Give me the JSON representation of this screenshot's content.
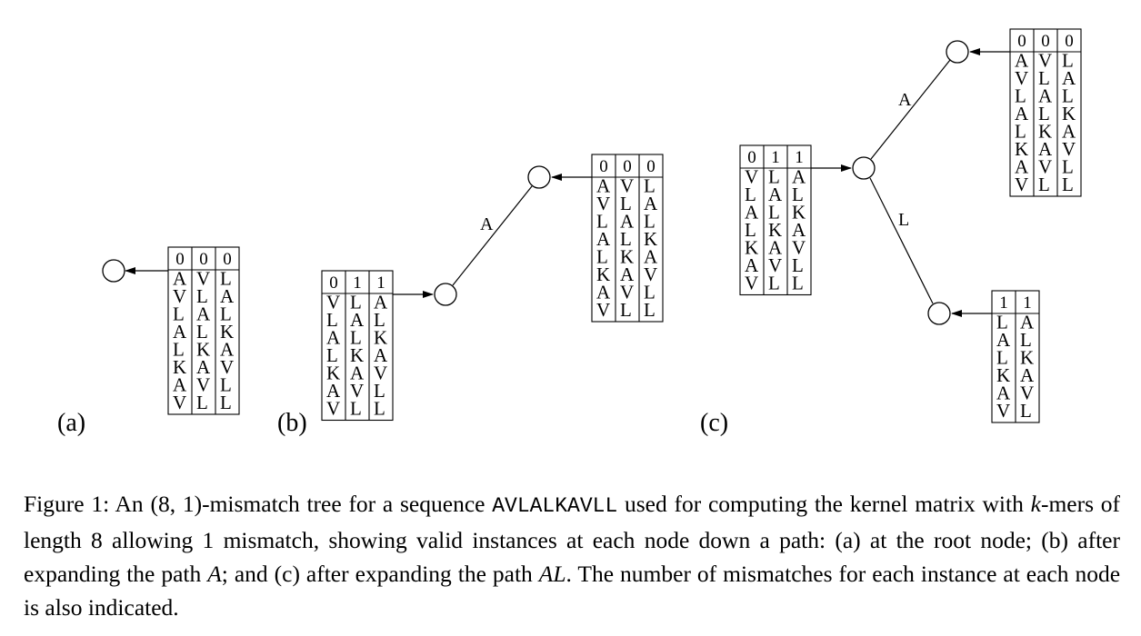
{
  "panels": [
    {
      "id": "a",
      "label": "(a)",
      "tables": [
        {
          "mismatches": [
            "0",
            "0",
            "0"
          ],
          "columns": [
            [
              "A",
              "V",
              "L",
              "A",
              "L",
              "K",
              "A",
              "V"
            ],
            [
              "V",
              "L",
              "A",
              "L",
              "K",
              "A",
              "V",
              "L"
            ],
            [
              "L",
              "A",
              "L",
              "K",
              "A",
              "V",
              "L",
              "L"
            ]
          ]
        }
      ],
      "edges": []
    },
    {
      "id": "b",
      "label": "(b)",
      "tables": [
        {
          "mismatches": [
            "0",
            "1",
            "1"
          ],
          "columns": [
            [
              "V",
              "L",
              "A",
              "L",
              "K",
              "A",
              "V"
            ],
            [
              "L",
              "A",
              "L",
              "K",
              "A",
              "V",
              "L"
            ],
            [
              "A",
              "L",
              "K",
              "A",
              "V",
              "L",
              "L"
            ]
          ]
        },
        {
          "mismatches": [
            "0",
            "0",
            "0"
          ],
          "columns": [
            [
              "A",
              "V",
              "L",
              "A",
              "L",
              "K",
              "A",
              "V"
            ],
            [
              "V",
              "L",
              "A",
              "L",
              "K",
              "A",
              "V",
              "L"
            ],
            [
              "L",
              "A",
              "L",
              "K",
              "A",
              "V",
              "L",
              "L"
            ]
          ]
        }
      ],
      "edges": [
        "A"
      ]
    },
    {
      "id": "c",
      "label": "(c)",
      "tables": [
        {
          "mismatches": [
            "0",
            "1",
            "1"
          ],
          "columns": [
            [
              "V",
              "L",
              "A",
              "L",
              "K",
              "A",
              "V"
            ],
            [
              "L",
              "A",
              "L",
              "K",
              "A",
              "V",
              "L"
            ],
            [
              "A",
              "L",
              "K",
              "A",
              "V",
              "L",
              "L"
            ]
          ]
        },
        {
          "mismatches": [
            "0",
            "0",
            "0"
          ],
          "columns": [
            [
              "A",
              "V",
              "L",
              "A",
              "L",
              "K",
              "A",
              "V"
            ],
            [
              "V",
              "L",
              "A",
              "L",
              "K",
              "A",
              "V",
              "L"
            ],
            [
              "L",
              "A",
              "L",
              "K",
              "A",
              "V",
              "L",
              "L"
            ]
          ]
        },
        {
          "mismatches": [
            "1",
            "1"
          ],
          "columns": [
            [
              "L",
              "A",
              "L",
              "K",
              "A",
              "V"
            ],
            [
              "A",
              "L",
              "K",
              "A",
              "V",
              "L"
            ]
          ]
        }
      ],
      "edges": [
        "A",
        "L"
      ]
    }
  ],
  "caption": {
    "prefix": "Figure 1:",
    "part1": " An ",
    "param": "(8, 1)",
    "part2": "-mismatch tree for a sequence ",
    "sequence": "AVLALKAVLL",
    "part3": " used for computing the kernel matrix with ",
    "kvar": "k",
    "part4": "-mers of length 8 allowing 1 mismatch, showing valid instances at each node down a path: (a) at the root node; (b) after expanding the path ",
    "path1": "A",
    "part5": "; and (c) after expanding the path ",
    "path2": "AL",
    "part6": ". The number of mismatches for each instance at each node is also indicated."
  }
}
